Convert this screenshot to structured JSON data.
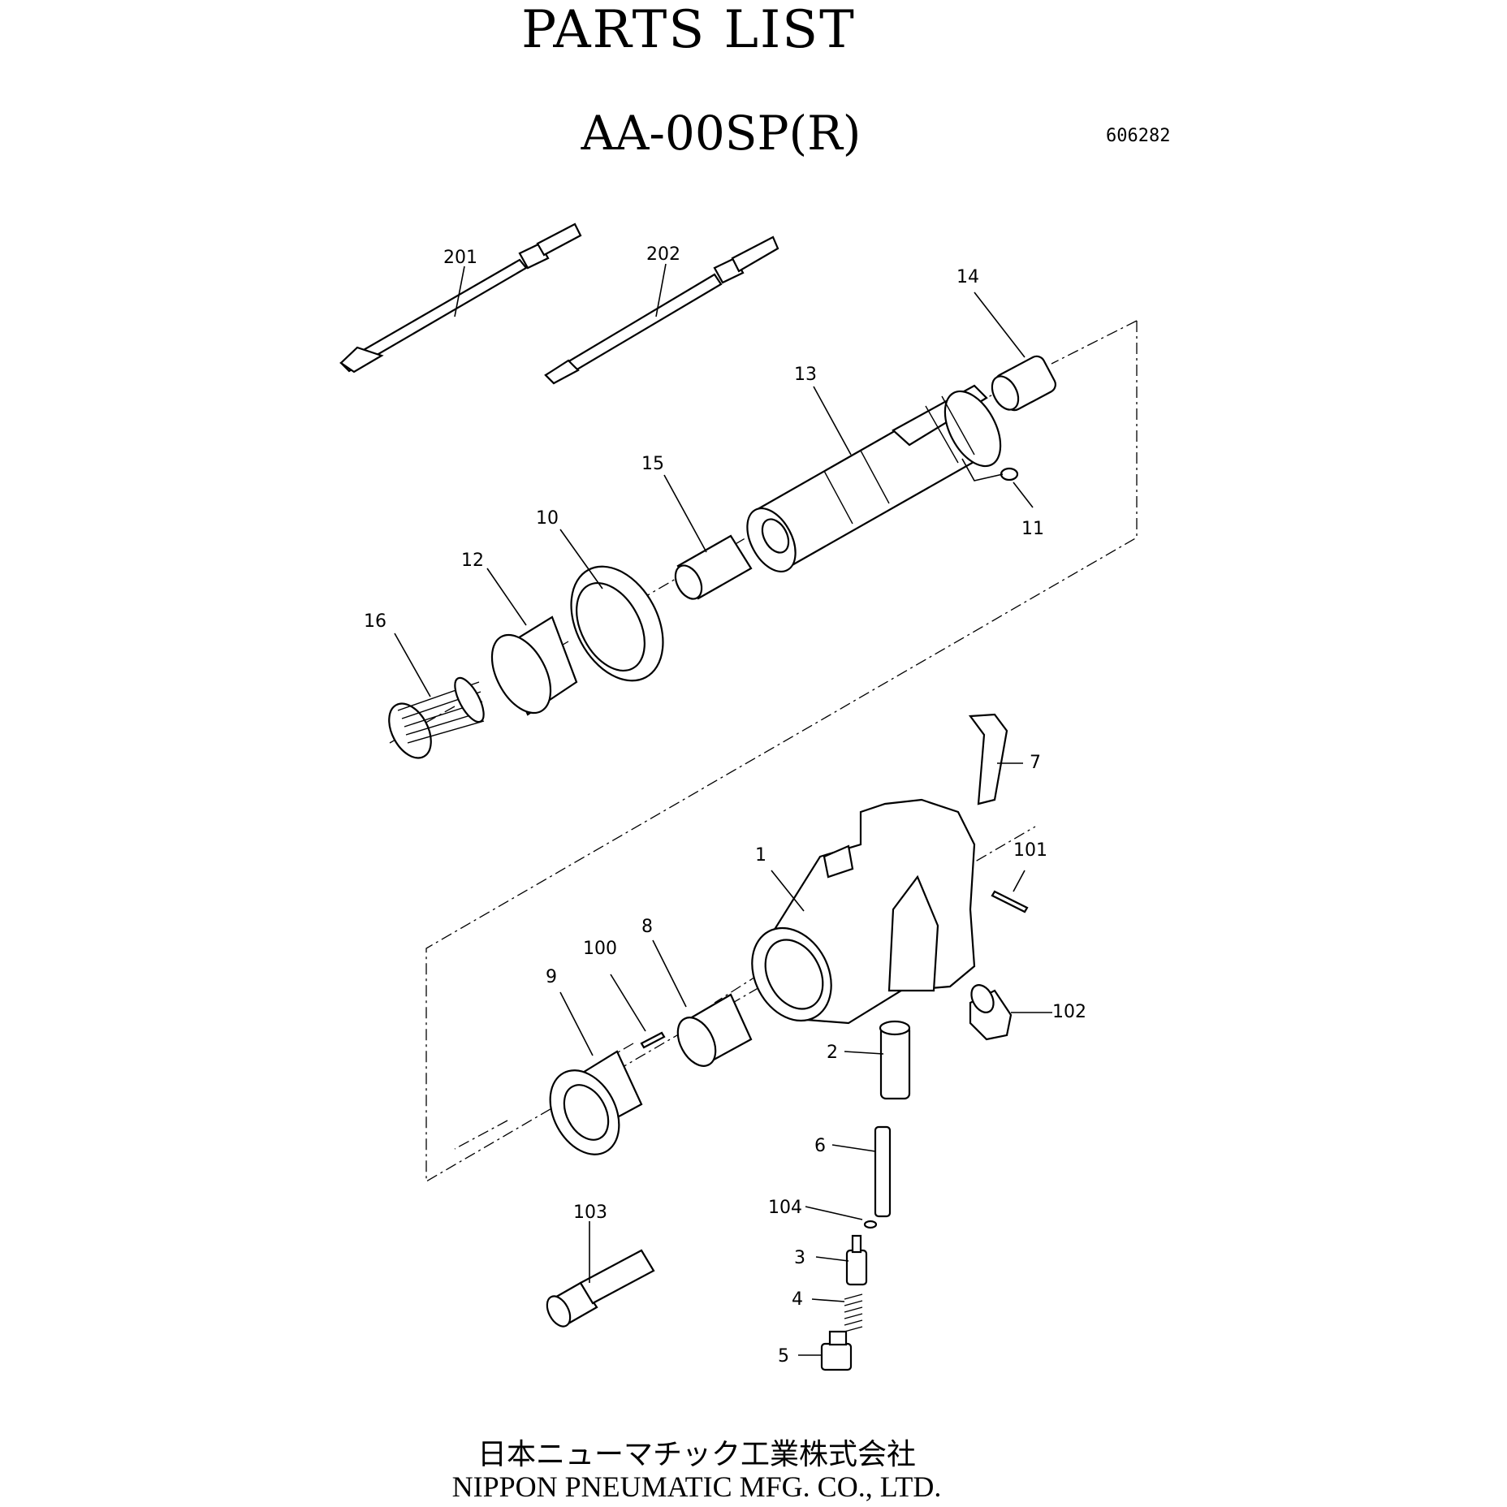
{
  "header": {
    "title": "PARTS LIST",
    "model": "AA-00SP(R)",
    "doc_number": "606282"
  },
  "footer": {
    "maker_jp": "日本ニューマチック工業株式会社",
    "maker_en": "NIPPON PNEUMATIC MFG. CO., LTD."
  },
  "callouts": {
    "p201": "201",
    "p202": "202",
    "p14": "14",
    "p13": "13",
    "p15": "15",
    "p11": "11",
    "p10": "10",
    "p12": "12",
    "p16": "16",
    "p7": "7",
    "p101": "101",
    "p1": "1",
    "p8": "8",
    "p100": "100",
    "p9": "9",
    "p102": "102",
    "p2": "2",
    "p6": "6",
    "p104": "104",
    "p103": "103",
    "p3": "3",
    "p4": "4",
    "p5": "5"
  }
}
